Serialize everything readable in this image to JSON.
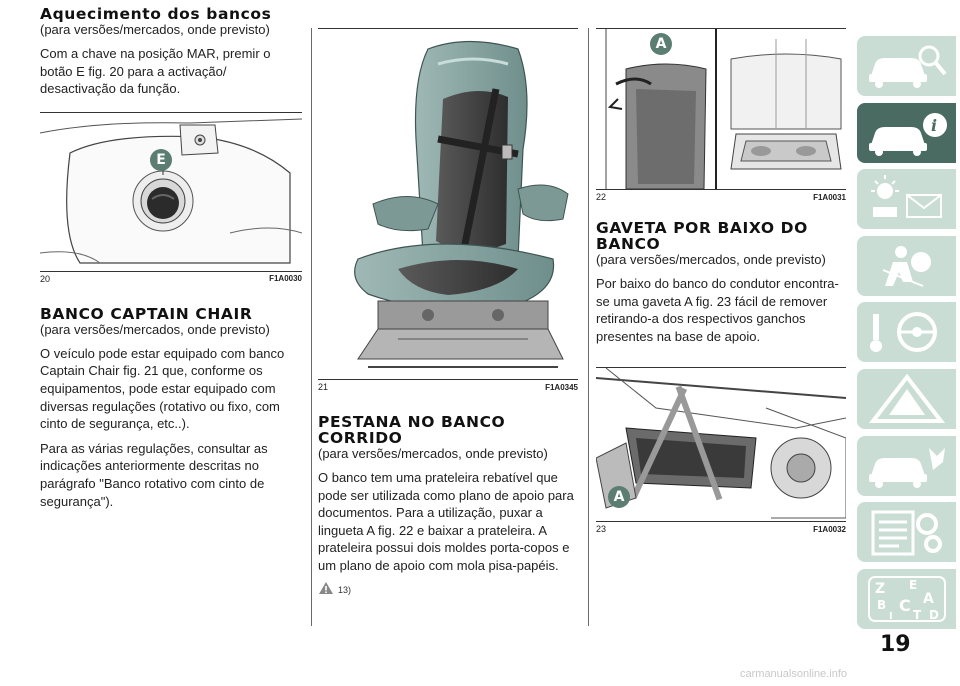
{
  "col1": {
    "heading1": "Aquecimento dos bancos",
    "sub1": "(para versões/mercados, onde previsto)",
    "para1": "Com a chave na posição MAR, premir o botão E fig. 20 para a activação/ desactivação da função.",
    "fig20": {
      "callout": "E",
      "number": "20",
      "code": "F1A0030"
    },
    "heading2": "BANCO CAPTAIN CHAIR",
    "sub2": "(para versões/mercados, onde previsto)",
    "para2": "O veículo pode estar equipado com banco Captain Chair fig. 21 que, conforme os equipamentos, pode estar equipado com diversas regulações (rotativo ou fixo, com cinto de segurança, etc..).",
    "para3": "Para as várias regulações, consultar as indicações anteriormente descritas no parágrafo \"Banco rotativo com cinto de segurança\")."
  },
  "col2": {
    "fig21": {
      "number": "21",
      "code": "F1A0345"
    },
    "heading": "PESTANA NO BANCO CORRIDO",
    "sub": "(para versões/mercados, onde previsto)",
    "para": "O banco tem uma prateleira rebatível que pode ser utilizada como plano de apoio para documentos. Para a utilização, puxar a lingueta A fig. 22 e baixar a prateleira. A prateleira possui dois moldes porta-copos e um plano de apoio com mola pisa-papéis.",
    "warning_ref": "13)"
  },
  "col3": {
    "fig22": {
      "callout": "A",
      "number": "22",
      "code": "F1A0031"
    },
    "heading": "GAVETA POR BAIXO DO BANCO",
    "sub": "(para versões/mercados, onde previsto)",
    "para": "Por baixo do banco do condutor encontra-se uma gaveta A fig. 23 fácil de remover retirando-a dos respectivos ganchos presentes na base de apoio.",
    "fig23": {
      "callout": "A",
      "number": "23",
      "code": "F1A0032"
    }
  },
  "tabs": [
    {
      "icon": "car-search-icon",
      "active": false
    },
    {
      "icon": "car-info-icon",
      "active": true
    },
    {
      "icon": "dashboard-lights-icon",
      "active": false
    },
    {
      "icon": "airbag-passenger-icon",
      "active": false
    },
    {
      "icon": "steering-key-icon",
      "active": false
    },
    {
      "icon": "warning-triangle-icon",
      "active": false
    },
    {
      "icon": "car-repair-icon",
      "active": false
    },
    {
      "icon": "specs-gears-icon",
      "active": false
    },
    {
      "icon": "index-alphabet-icon",
      "active": false
    }
  ],
  "index_letters": [
    "Z",
    "E",
    "A",
    "B",
    "C",
    "D",
    "I",
    "T"
  ],
  "colors": {
    "tab": "#c9ddd5",
    "tab_active": "#4a6b62",
    "callout": "#5b7d72"
  },
  "page_number": "19",
  "watermark": "carmanualsonline.info"
}
